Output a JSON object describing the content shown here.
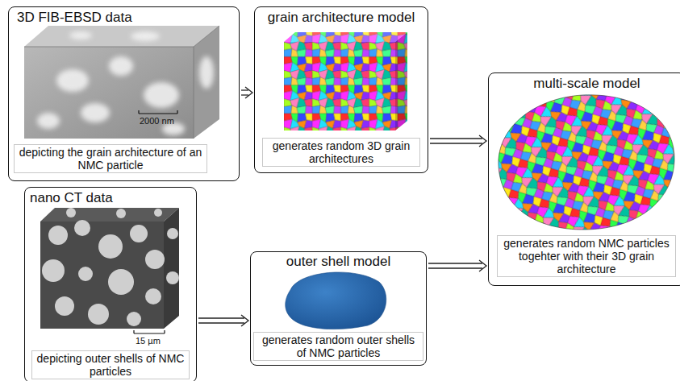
{
  "diagram": {
    "nodes": [
      {
        "text": [
          "3D FIB-EBSD data",
          "depicting the grain architecture of an NMC particle"
        ]
      },
      {
        "text": [
          "grain architecture model",
          "generates random 3D grain architectures"
        ]
      },
      {
        "text": [
          "nano CT data",
          "depicting outer shells of NMC particles"
        ]
      },
      {
        "text": [
          "outer shell model",
          "generates random outer shells of NMC particles"
        ]
      },
      {
        "text": [
          "multi-scale model",
          "generates random NMC particles togehter with their 3D grain architecture"
        ]
      }
    ],
    "edges": [
      {
        "from": 0,
        "to": 1,
        "arrow": "to"
      },
      {
        "from": 1,
        "to": 4,
        "arrow": "to"
      },
      {
        "from": 2,
        "to": 3,
        "arrow": "to"
      },
      {
        "from": 3,
        "to": 4,
        "arrow": "to"
      }
    ],
    "labels": [
      "2000 nm",
      "15 µm"
    ]
  }
}
